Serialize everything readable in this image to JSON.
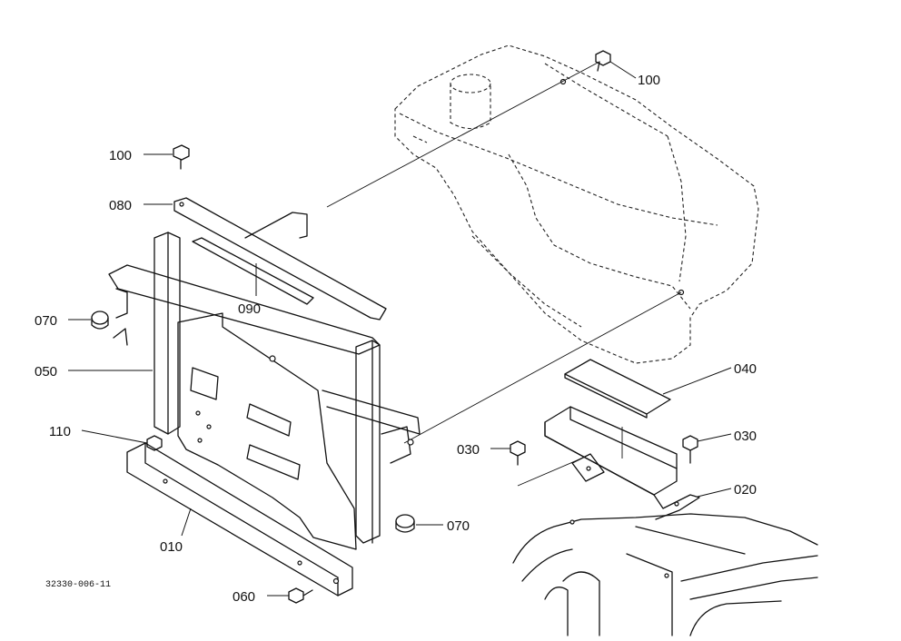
{
  "labels": {
    "p100_top": "100",
    "p100_left": "100",
    "p080": "080",
    "p090": "090",
    "p070_left": "070",
    "p050": "050",
    "p110": "110",
    "p010": "010",
    "p060": "060",
    "p070_right": "070",
    "p040": "040",
    "p030_right": "030",
    "p030_left": "030",
    "p020": "020"
  },
  "document_id": "32330-006-11"
}
